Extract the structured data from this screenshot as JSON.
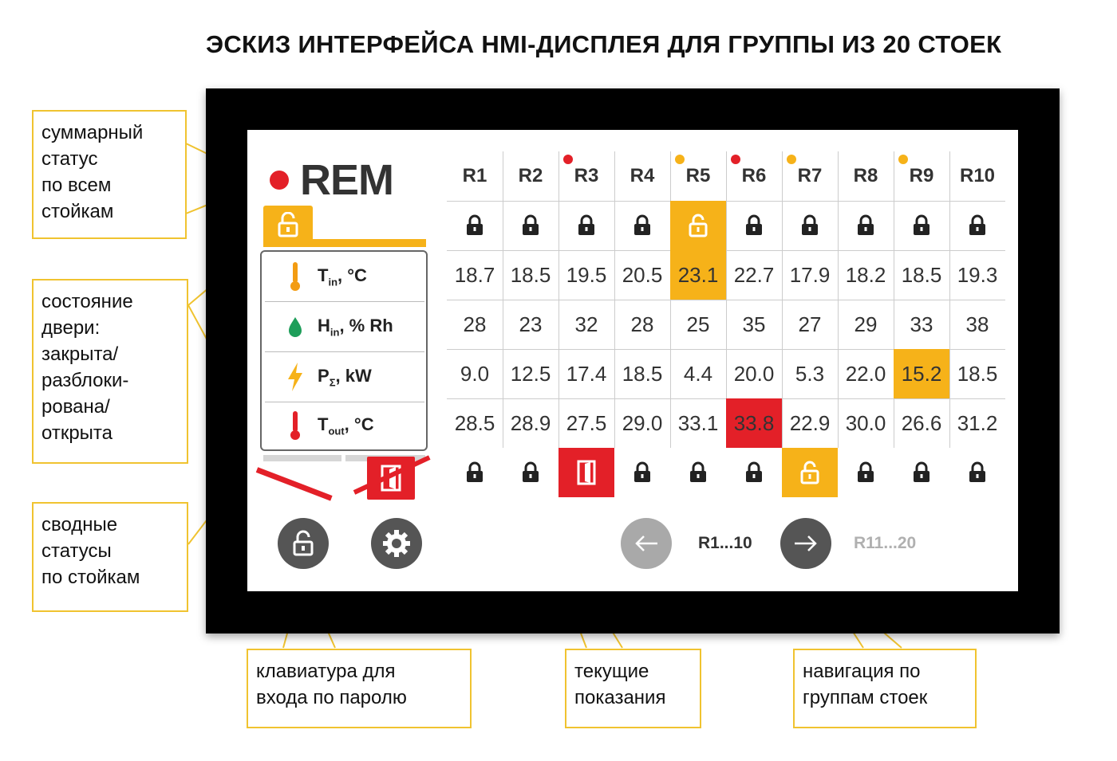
{
  "title": "ЭСКИЗ ИНТЕРФЕЙСА HMI-ДИСПЛЕЯ ДЛЯ ГРУППЫ ИЗ 20 СТОЕК",
  "colors": {
    "accent_yellow": "#f6b219",
    "alarm_red": "#e32028",
    "callout_border": "#f0c330",
    "bezel": "#000000"
  },
  "summary": {
    "status_text": "REM",
    "status_color": "#e32028",
    "door_state_icon": "unlocked-padlock-icon"
  },
  "legend": {
    "rows": [
      {
        "icon": "thermometer-orange-icon",
        "symbol": "T",
        "sub": "in",
        "unit": ", °C"
      },
      {
        "icon": "water-drop-green-icon",
        "symbol": "H",
        "sub": "in",
        "unit": ", % Rh"
      },
      {
        "icon": "lightning-bolt-icon",
        "symbol": "P",
        "sub": "Σ",
        "unit": ", kW"
      },
      {
        "icon": "thermometer-red-icon",
        "symbol": "T",
        "sub": "out",
        "unit": ", °C"
      }
    ]
  },
  "racks": {
    "headers": [
      "R1",
      "R2",
      "R3",
      "R4",
      "R5",
      "R6",
      "R7",
      "R8",
      "R9",
      "R10"
    ],
    "status_dots": [
      "",
      "",
      "red",
      "",
      "yellow",
      "red",
      "yellow",
      "",
      "yellow",
      ""
    ],
    "lock_top": [
      "locked",
      "locked",
      "locked",
      "locked",
      "unlocked",
      "locked",
      "locked",
      "locked",
      "locked",
      "locked"
    ],
    "t_in": [
      "18.7",
      "18.5",
      "19.5",
      "20.5",
      "23.1",
      "22.7",
      "17.9",
      "18.2",
      "18.5",
      "19.3"
    ],
    "h_in": [
      "28",
      "23",
      "32",
      "28",
      "25",
      "35",
      "27",
      "29",
      "33",
      "38"
    ],
    "p_sum": [
      "9.0",
      "12.5",
      "17.4",
      "18.5",
      "4.4",
      "20.0",
      "5.3",
      "22.0",
      "15.2",
      "18.5"
    ],
    "t_out": [
      "28.5",
      "28.9",
      "27.5",
      "29.0",
      "33.1",
      "33.8",
      "22.9",
      "30.0",
      "26.6",
      "31.2"
    ],
    "highlights": {
      "t_in": {
        "4": "yellow"
      },
      "p_sum": {
        "8": "yellow"
      },
      "t_out": {
        "5": "red"
      }
    },
    "lock_bottom": [
      "locked",
      "locked",
      "door-open",
      "locked",
      "locked",
      "locked",
      "unlocked",
      "locked",
      "locked",
      "locked"
    ]
  },
  "bottom_buttons": {
    "keypad_icon": "unlocked-padlock-icon",
    "settings_icon": "gear-icon"
  },
  "navigation": {
    "prev_icon": "arrow-left-icon",
    "current_group": "R1...10",
    "next_icon": "arrow-right-icon",
    "next_group": "R11...20"
  },
  "callouts": {
    "summary_status": [
      "суммарный",
      "статус",
      "по всем",
      "стойкам"
    ],
    "door_state": [
      "состояние",
      "двери:",
      "закрыта/",
      "разблоки-",
      "рована/",
      "открыта"
    ],
    "rack_statuses": [
      "сводные",
      "статусы",
      "по стойкам"
    ],
    "keypad": [
      "клавиатура для",
      "входа по паролю"
    ],
    "readings": [
      "текущие",
      "показания"
    ],
    "navigation": [
      "навигация по",
      "группам стоек"
    ]
  }
}
